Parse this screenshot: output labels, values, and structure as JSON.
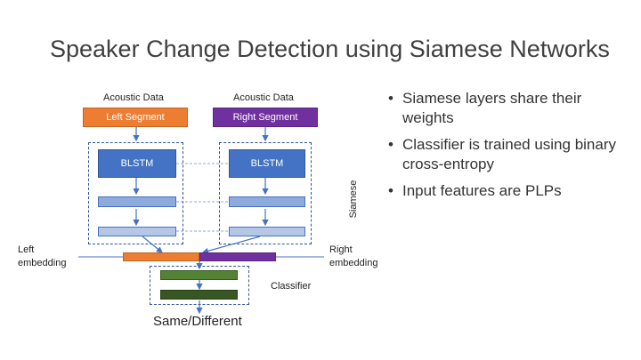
{
  "slide": {
    "title": "Speaker Change Detection using Siamese Networks"
  },
  "diagram": {
    "left_input_label": "Acoustic Data",
    "right_input_label": "Acoustic Data",
    "left_segment": "Left Segment",
    "right_segment": "Right Segment",
    "left_blstm": "BLSTM",
    "right_blstm": "BLSTM",
    "siamese_label": "Siamese",
    "left_embedding": "Left\nembedding",
    "right_embedding": "Right\nembedding",
    "classifier_label": "Classifier",
    "output_label": "Same/Different"
  },
  "bullets": [
    "Siamese layers share their weights",
    "Classifier is trained using binary cross-entropy",
    "Input features are PLPs"
  ],
  "colors": {
    "left_segment": "#ed7d31",
    "right_segment": "#7030a0",
    "blstm": "#4472c4",
    "dense_layer": "#8faadc",
    "classifier_layer": "#548235"
  }
}
